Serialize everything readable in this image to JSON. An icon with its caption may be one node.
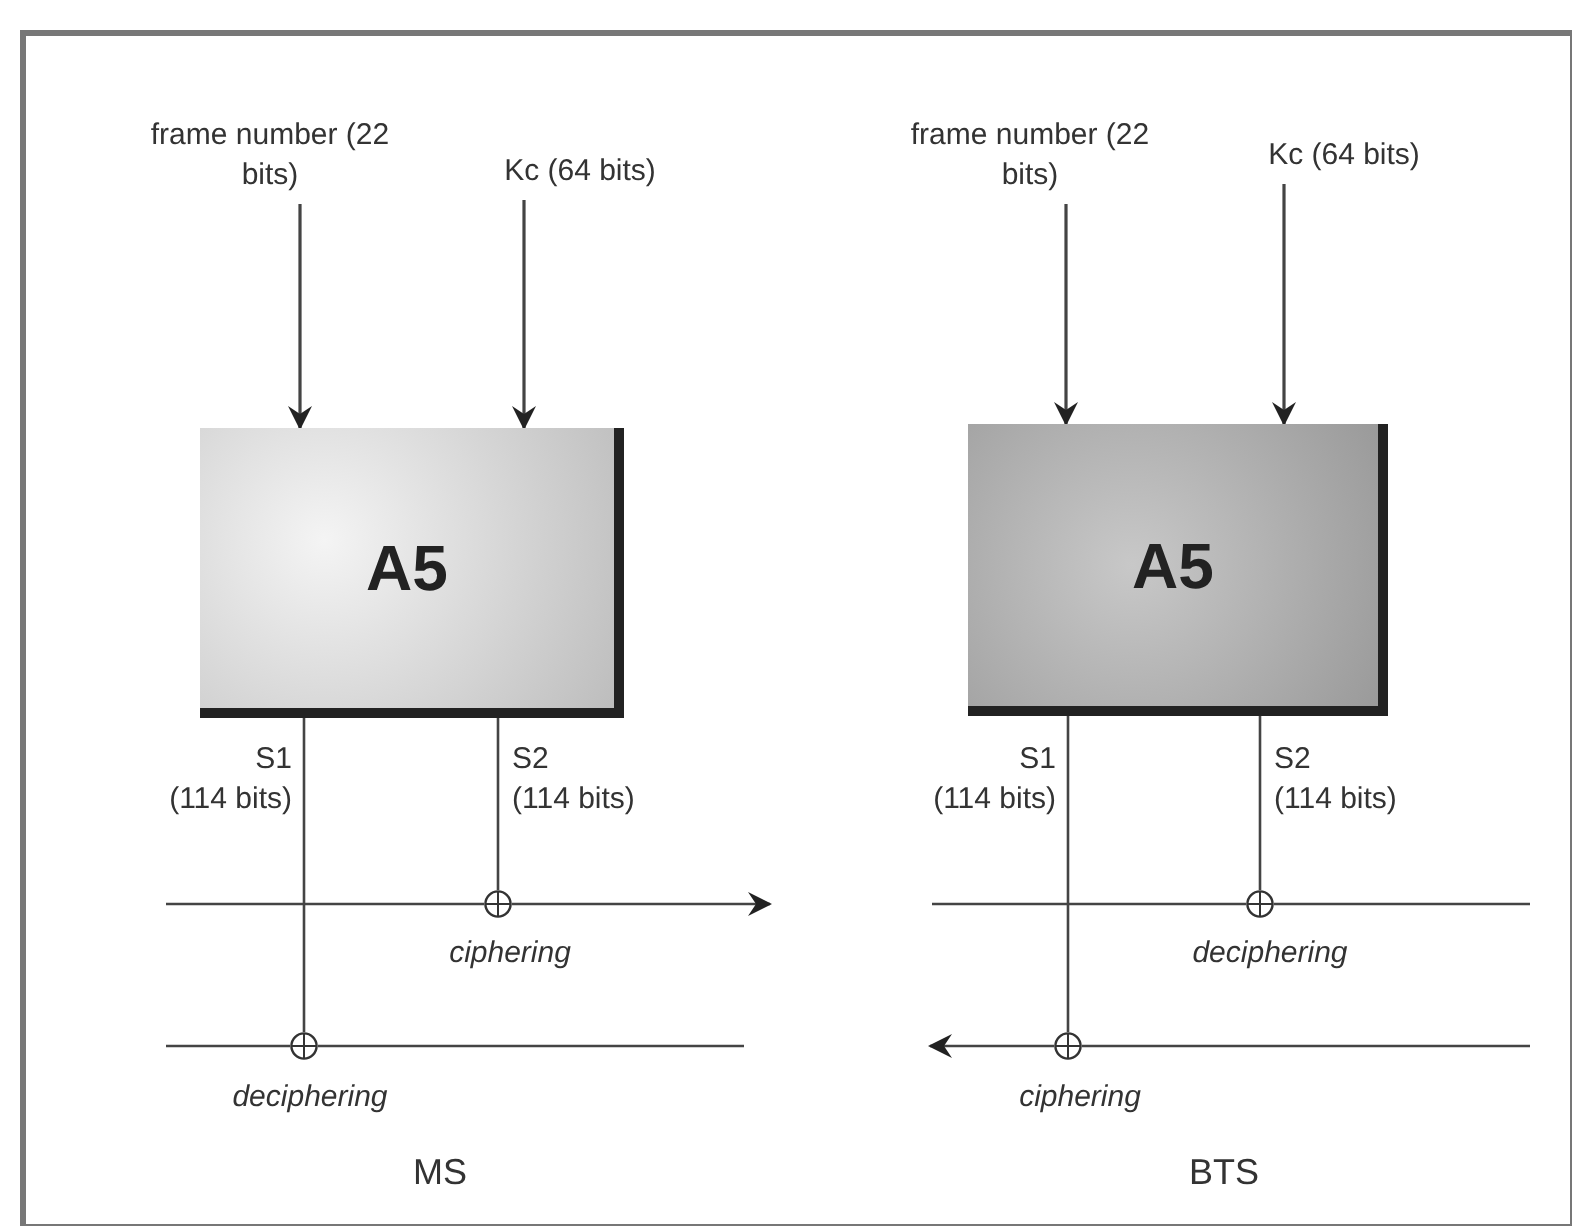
{
  "diagram": {
    "nodes": [
      {
        "text": [
          "frame number (22 bits)"
        ]
      },
      {
        "text": [
          "Kc (64 bits)"
        ]
      },
      {
        "text": [
          "A5"
        ]
      },
      {
        "text": [],
        "shape": "circle",
        "beside": [
          "ciphering"
        ]
      },
      {
        "text": [],
        "shape": "circle",
        "beside": [
          "deciphering"
        ]
      },
      {
        "text": [
          "frame number (22 bits)"
        ]
      },
      {
        "text": [
          "Kc (64 bits)"
        ]
      },
      {
        "text": [
          "A5"
        ]
      },
      {
        "text": [],
        "shape": "circle",
        "beside": [
          "deciphering"
        ]
      },
      {
        "text": [],
        "shape": "circle",
        "beside": [
          "ciphering"
        ]
      }
    ],
    "edges": [
      {
        "from": 0,
        "to": 2,
        "arrow": "to"
      },
      {
        "from": 1,
        "to": 2,
        "arrow": "to"
      },
      {
        "from": 2,
        "to": 4,
        "arrow": "none",
        "label": "S1 (114 bits)"
      },
      {
        "from": 2,
        "to": 3,
        "arrow": "none",
        "label": "S2 (114 bits)"
      },
      {
        "from": null,
        "to": 3,
        "arrow": "none"
      },
      {
        "from": 3,
        "to": null,
        "arrow": "to"
      },
      {
        "from": null,
        "to": 4,
        "arrow": "none"
      },
      {
        "from": 4,
        "to": null,
        "arrow": "none"
      },
      {
        "from": 5,
        "to": 7,
        "arrow": "to"
      },
      {
        "from": 6,
        "to": 7,
        "arrow": "to"
      },
      {
        "from": 7,
        "to": 9,
        "arrow": "none",
        "label": "S1 (114 bits)"
      },
      {
        "from": 7,
        "to": 8,
        "arrow": "none",
        "label": "S2 (114 bits)"
      },
      {
        "from": null,
        "to": 8,
        "arrow": "none"
      },
      {
        "from": 8,
        "to": null,
        "arrow": "none"
      },
      {
        "from": null,
        "to": 9,
        "arrow": "none"
      },
      {
        "from": 9,
        "to": null,
        "arrow": "to"
      }
    ],
    "labels": [
      "MS",
      "BTS"
    ]
  }
}
